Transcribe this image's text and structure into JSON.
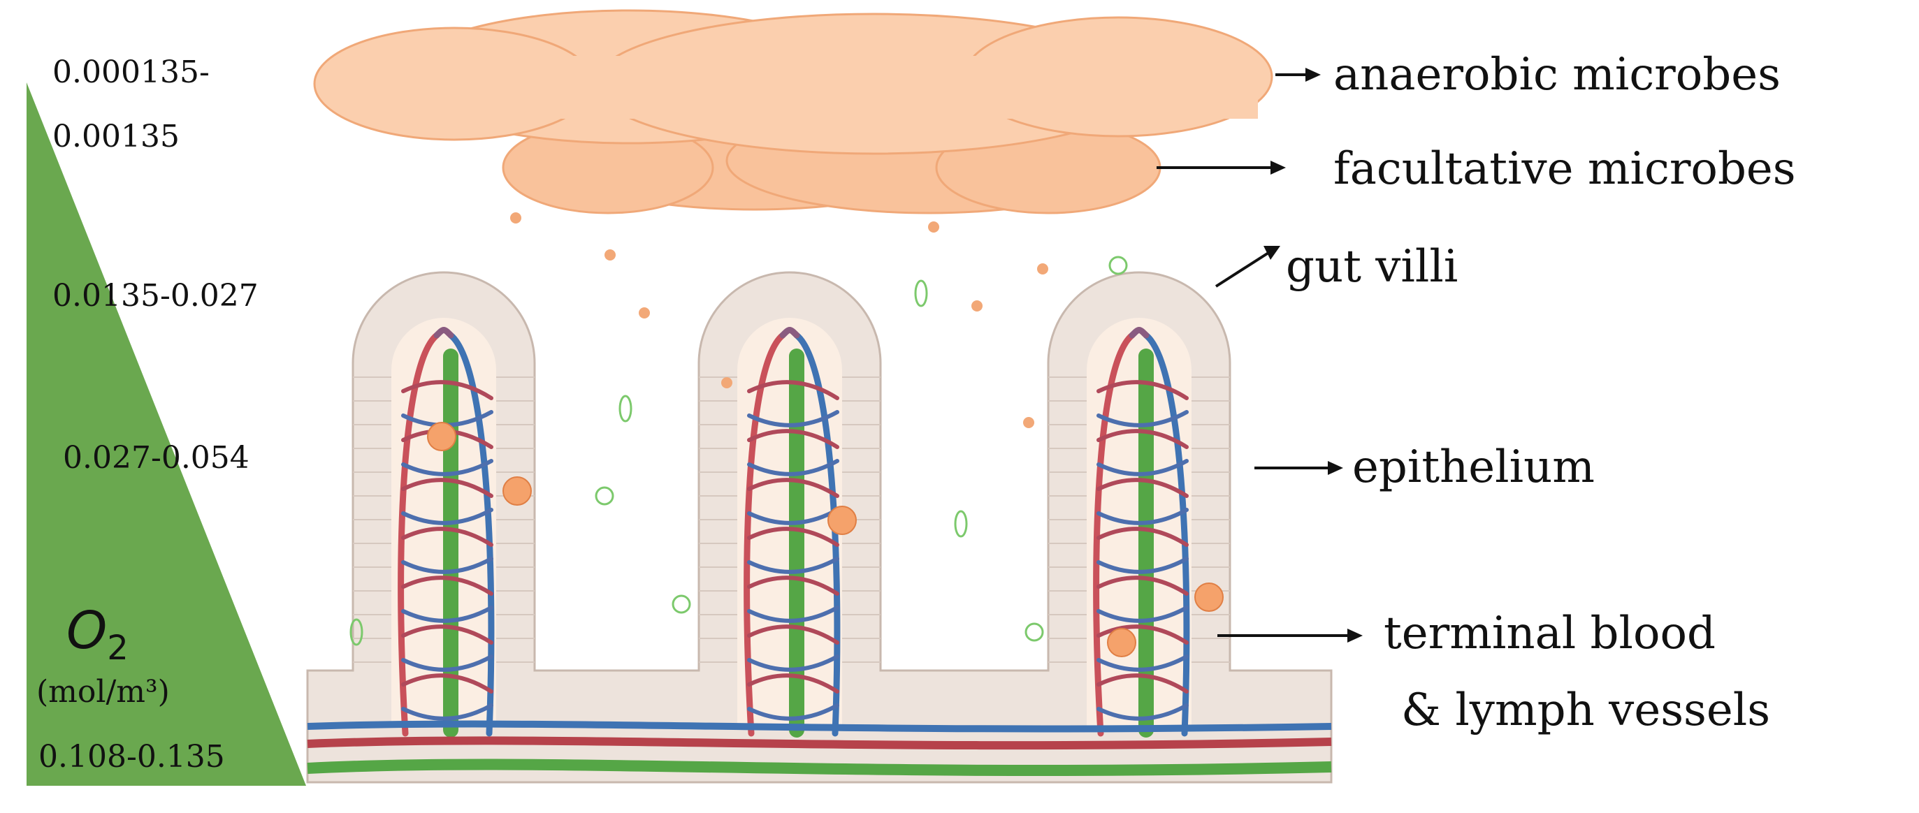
{
  "gradient": {
    "levels": [
      "0.000135-",
      "0.00135",
      "0.0135-0.027",
      "0.027-0.054",
      "0.108-0.135"
    ],
    "quantity_symbol": "O",
    "quantity_subscript": "2",
    "unit": "(mol/m³)",
    "fill_color": "#6aa84f"
  },
  "labels": {
    "anaerobic": "anaerobic microbes",
    "facultative": "facultative microbes",
    "villi": "gut villi",
    "epithelium": "epithelium",
    "vessels_line1": "terminal blood",
    "vessels_line2": "& lymph vessels"
  },
  "colors": {
    "microbe_cloud": "#fbcfae",
    "cloud_outline": "#f0a878",
    "epithelium": "#ede3dc",
    "blood": "#c9515a",
    "vein": "#3f73b3",
    "lymph": "#55a646"
  }
}
